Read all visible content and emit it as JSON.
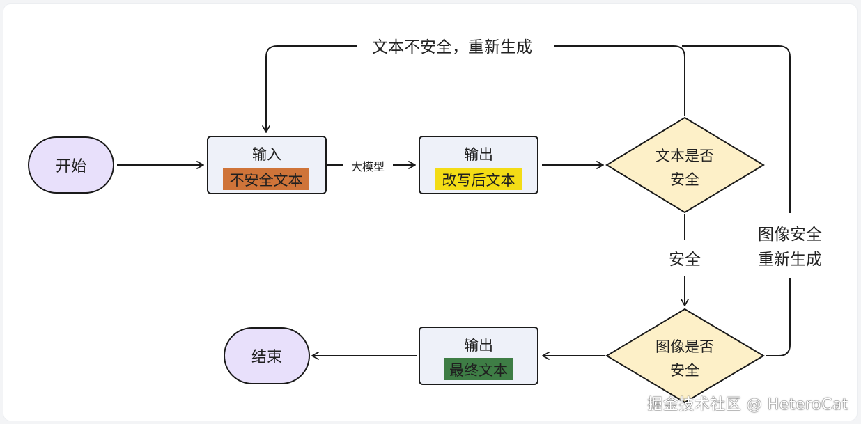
{
  "colors": {
    "terminal_fill": "#e8e0fb",
    "process_fill": "#eef1f9",
    "decision_fill": "#fdf0c8",
    "stroke": "#1a1a1a",
    "highlight_orange": "#cf7439",
    "highlight_yellow": "#f3dc16",
    "highlight_green": "#3e7d45"
  },
  "nodes": {
    "start": {
      "label": "开始"
    },
    "input": {
      "title": "输入",
      "highlight": "不安全文本"
    },
    "output_rewrite": {
      "title": "输出",
      "highlight": "改写后文本"
    },
    "text_check": {
      "line1": "文本是否",
      "line2": "安全"
    },
    "image_check": {
      "line1": "图像是否",
      "line2": "安全"
    },
    "output_final": {
      "title": "输出",
      "highlight": "最终文本"
    },
    "end": {
      "label": "结束"
    }
  },
  "edges": {
    "llm": "大模型",
    "text_unsafe": "文本不安全，重新生成",
    "safe": "安全",
    "image_regen_line1": "图像安全",
    "image_regen_line2": "重新生成"
  },
  "watermark": "掘金技术社区 @ HeteroCat"
}
